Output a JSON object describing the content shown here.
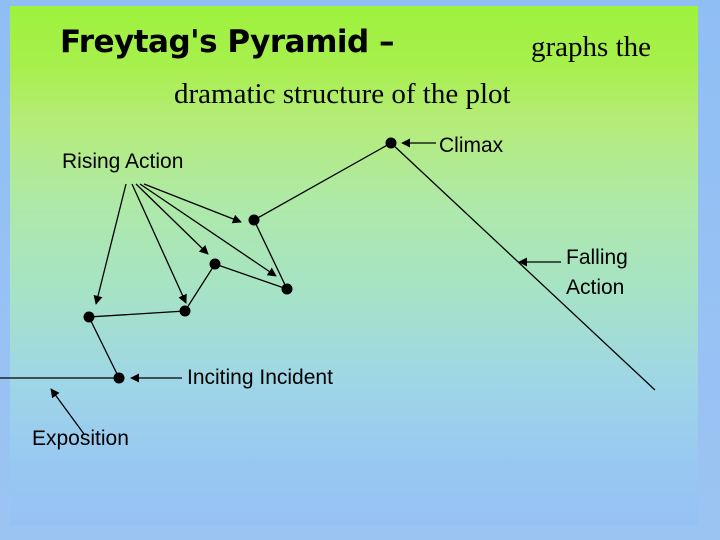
{
  "title": {
    "main": "Freytag's Pyramid –",
    "sub_line1": "graphs the",
    "sub_line2": "dramatic structure of the plot"
  },
  "labels": {
    "rising_action": "Rising Action",
    "climax": "Climax",
    "falling_action_line1": "Falling",
    "falling_action_line2": "Action",
    "inciting_incident": "Inciting Incident",
    "exposition": "Exposition"
  },
  "colors": {
    "background": "#8fbef5",
    "panel_top": "#9df23c",
    "panel_bottom": "#96c2f3",
    "ink": "#000000"
  }
}
